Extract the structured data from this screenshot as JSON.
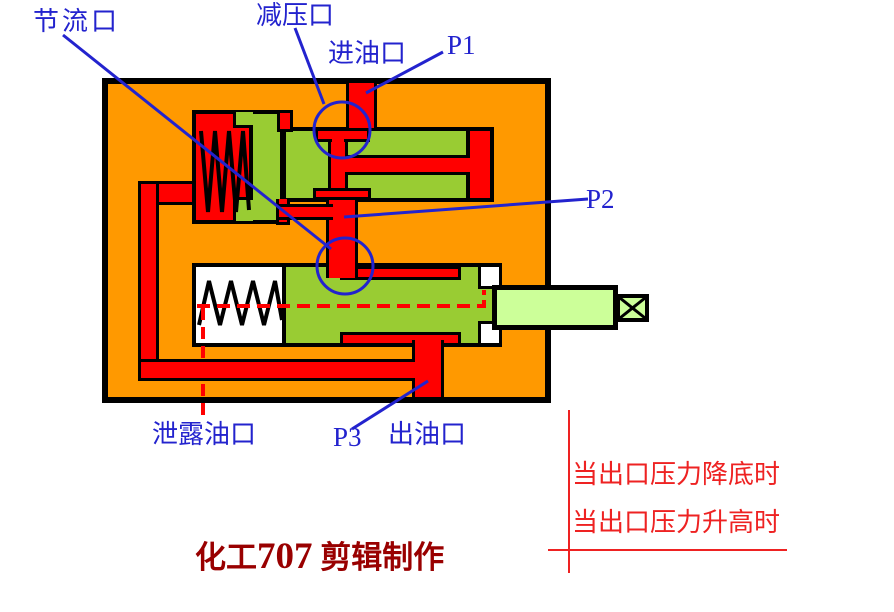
{
  "labels": {
    "throttle_port": "节流口",
    "reducing_port": "减压口",
    "inlet_port": "进油口",
    "p1": "P1",
    "p2": "P2",
    "p3": "P3",
    "leak_port": "泄露油口",
    "outlet_port": "出油口"
  },
  "notes": {
    "line1": "当出口压力降底时",
    "line2": "当出口压力升高时"
  },
  "credit": {
    "prefix": "化工",
    "number": "707",
    "suffix": " 剪辑制作"
  },
  "symbols": {
    "crossed_box": "adjustment-screw-symbol",
    "zigzag": "spring-symbol",
    "dashed_red_line": "leakage-path-line",
    "blue_circle": "port-highlight-circle"
  },
  "colors": {
    "body_orange": "#FF9900",
    "component_red": "#FF0000",
    "spool_green": "#99CC33",
    "rod_pale_green": "#CCFF99",
    "chamber_white": "#FFFFFF",
    "outline_black": "#000000",
    "annotation_blue": "#2323CE",
    "note_red": "#EE2222",
    "credit_dark_red": "#990000"
  }
}
